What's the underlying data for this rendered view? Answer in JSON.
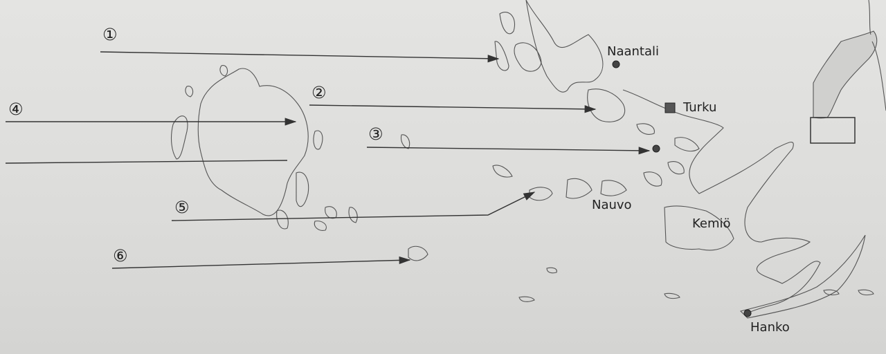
{
  "map": {
    "markers": [
      "①",
      "②",
      "③",
      "④",
      "⑤",
      "⑥"
    ],
    "places": {
      "naantali": "Naantali",
      "turku": "Turku",
      "nauvo": "Nauvo",
      "kemio": "Kemiö",
      "hanko": "Hanko"
    },
    "colors": {
      "ink": "#333333",
      "paper": "#dedede"
    }
  }
}
